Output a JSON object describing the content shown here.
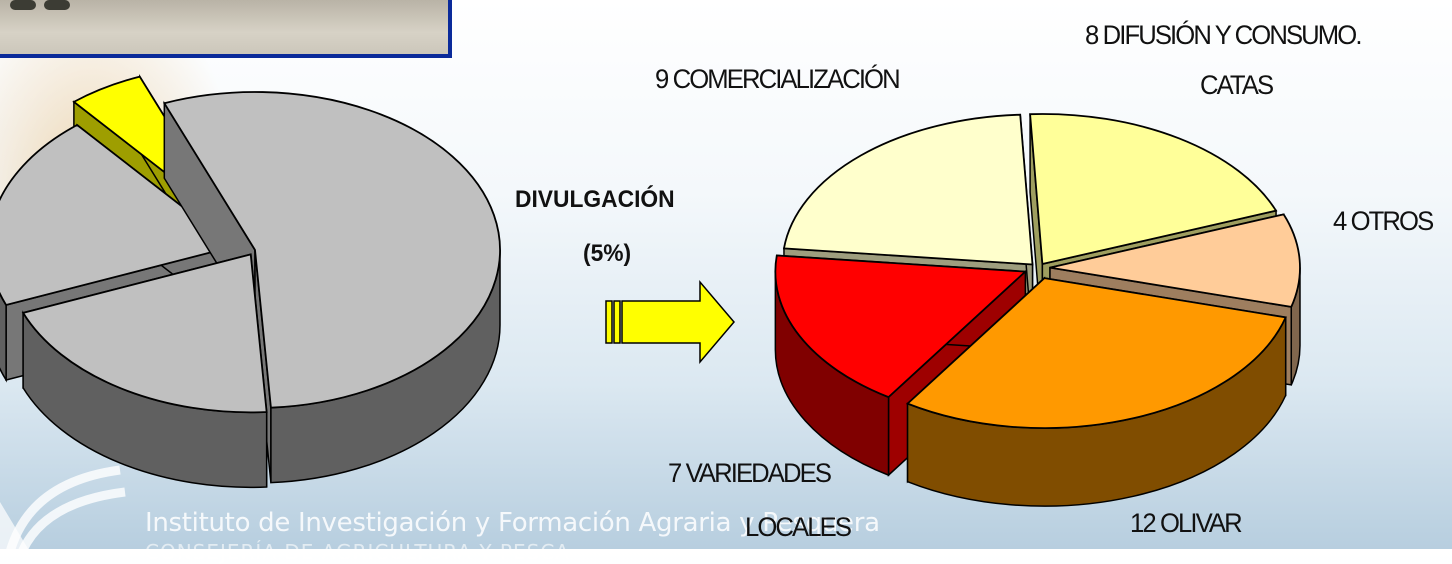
{
  "chart_data": [
    {
      "type": "pie",
      "categories": [
        "",
        "",
        "",
        "DIVULGACIÓN"
      ],
      "values": [
        55,
        20,
        20,
        5
      ],
      "colors": [
        "#c0c0c0",
        "#c0c0c0",
        "#c0c0c0",
        "#ffff00"
      ],
      "annotations": [
        {
          "text": "DIVULGACIÓN",
          "sub": "(5%)"
        }
      ]
    },
    {
      "type": "pie",
      "categories": [
        "8 DIFUSIÓN Y CONSUMO. CATAS",
        "4 OTROS",
        "12 OLIVAR",
        "7 VARIEDADES LOCALES",
        "9 COMERCIALIZACIÓN"
      ],
      "values": [
        8,
        4,
        12,
        7,
        9
      ],
      "colors": [
        "#ffff99",
        "#ffcc99",
        "#ff9900",
        "#ff0000",
        "#ffffcc"
      ]
    }
  ],
  "labels": {
    "div_title": "DIVULGACIÓN",
    "div_pct": "(5%)",
    "com": "9 COMERCIALIZACIÓN",
    "dif1": "8 DIFUSIÓN Y CONSUMO.",
    "dif2": "CATAS",
    "otros": "4 OTROS",
    "var1": "7 VARIEDADES",
    "var2": "LOCALES",
    "olivar": "12 OLIVAR"
  },
  "footer": {
    "line1": "Instituto de Investigación y Formación Agraria y Pesquera",
    "line2": "CONSEJERÍA DE AGRICULTURA Y PESCA"
  }
}
